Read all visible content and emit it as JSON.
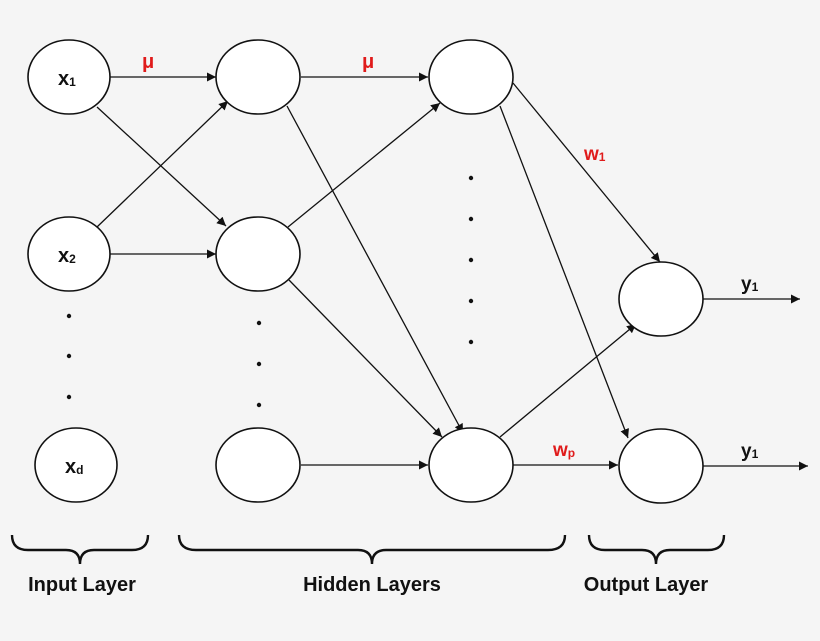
{
  "input_nodes": [
    {
      "id": "x1",
      "symbol": "x",
      "sub": "1"
    },
    {
      "id": "x2",
      "symbol": "x",
      "sub": "2"
    },
    {
      "id": "xd",
      "symbol": "x",
      "sub": "d"
    }
  ],
  "edge_labels": {
    "mu_1": "μ",
    "mu_2": "μ",
    "w1": {
      "symbol": "w",
      "sub": "1"
    },
    "wp": {
      "symbol": "w",
      "sub": "p"
    }
  },
  "outputs": [
    {
      "id": "y_top",
      "symbol": "y",
      "sub": "1"
    },
    {
      "id": "y_bottom",
      "symbol": "y",
      "sub": "1"
    }
  ],
  "layers": {
    "input": "Input Layer",
    "hidden": "Hidden Layers",
    "output": "Output Layer"
  },
  "colors": {
    "weight_label": "#e01b1b",
    "node_stroke": "#111111",
    "background": "#f5f5f5"
  }
}
